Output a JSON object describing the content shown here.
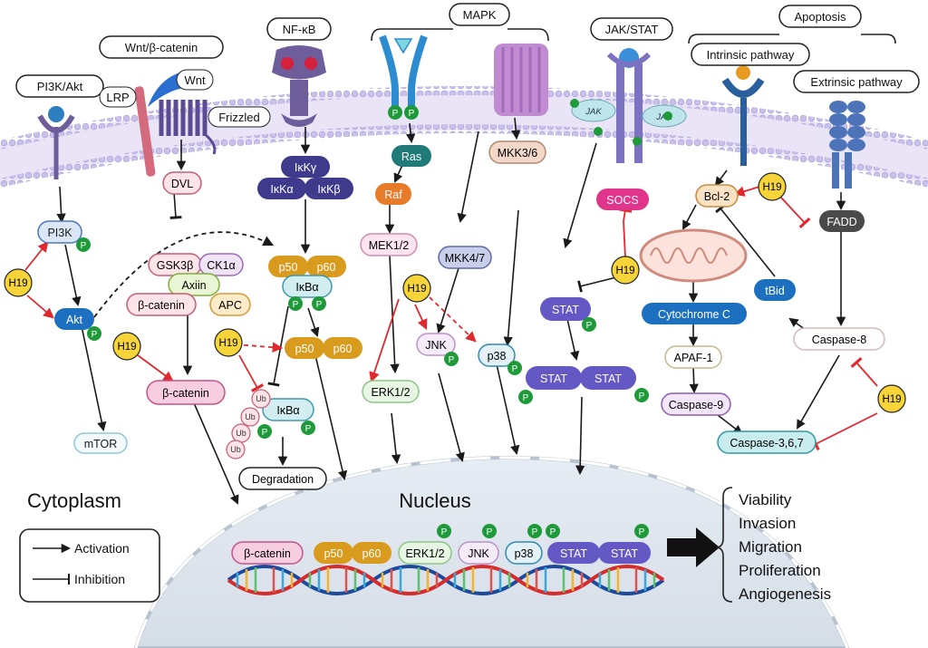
{
  "pathways": {
    "pi3k_akt": "PI3K/Akt",
    "wnt": "Wnt/β-catenin",
    "nfkb": "NF-κB",
    "mapk": "MAPK",
    "jak_stat": "JAK/STAT",
    "apoptosis": "Apoptosis",
    "intrinsic": "Intrinsic pathway",
    "extrinsic": "Extrinsic pathway"
  },
  "receptor_labels": {
    "lrp": "LRP",
    "wnt": "Wnt",
    "frizzled": "Frizzled",
    "jak": "JAK",
    "phos": "P"
  },
  "nodes": {
    "pi3k": "PI3K",
    "akt": "Akt",
    "mtor": "mTOR",
    "h19": "H19",
    "dvl": "DVL",
    "gsk3b": "GSK3β",
    "ck1a": "CK1α",
    "axin": "Axiin",
    "apc": "APC",
    "bcat": "β-catenin",
    "ikkg": "IκKγ",
    "ikka": "IκKα",
    "ikkb": "IκKβ",
    "p50": "p50",
    "p60": "p60",
    "ikba": "IκBα",
    "ub": "Ub",
    "degradation": "Degradation",
    "ras": "Ras",
    "raf": "Raf",
    "mek12": "MEK1/2",
    "erk12": "ERK1/2",
    "mkk36": "MKK3/6",
    "mkk47": "MKK4/7",
    "jnk": "JNK",
    "p38": "p38",
    "socs": "SOCS",
    "stat": "STAT",
    "bcl2": "Bcl-2",
    "cytc": "Cytochrome C",
    "apaf1": "APAF-1",
    "casp9": "Caspase-9",
    "fadd": "FADD",
    "tbid": "tBid",
    "casp8": "Caspase-8",
    "casp367": "Caspase-3,6,7"
  },
  "compartments": {
    "cytoplasm": "Cytoplasm",
    "nucleus": "Nucleus"
  },
  "legend": {
    "activation": "Activation",
    "inhibition": "Inhibition"
  },
  "outcomes": [
    "Viability",
    "Invasion",
    "Migration",
    "Proliferation",
    "Angiogenesis"
  ],
  "colors": {
    "h19": "#f7d43a",
    "phospho": "#1f9a3a",
    "inhibit_red": "#e0282e",
    "membrane": "#d8d3f0",
    "nucleus": "#dde5ee"
  }
}
